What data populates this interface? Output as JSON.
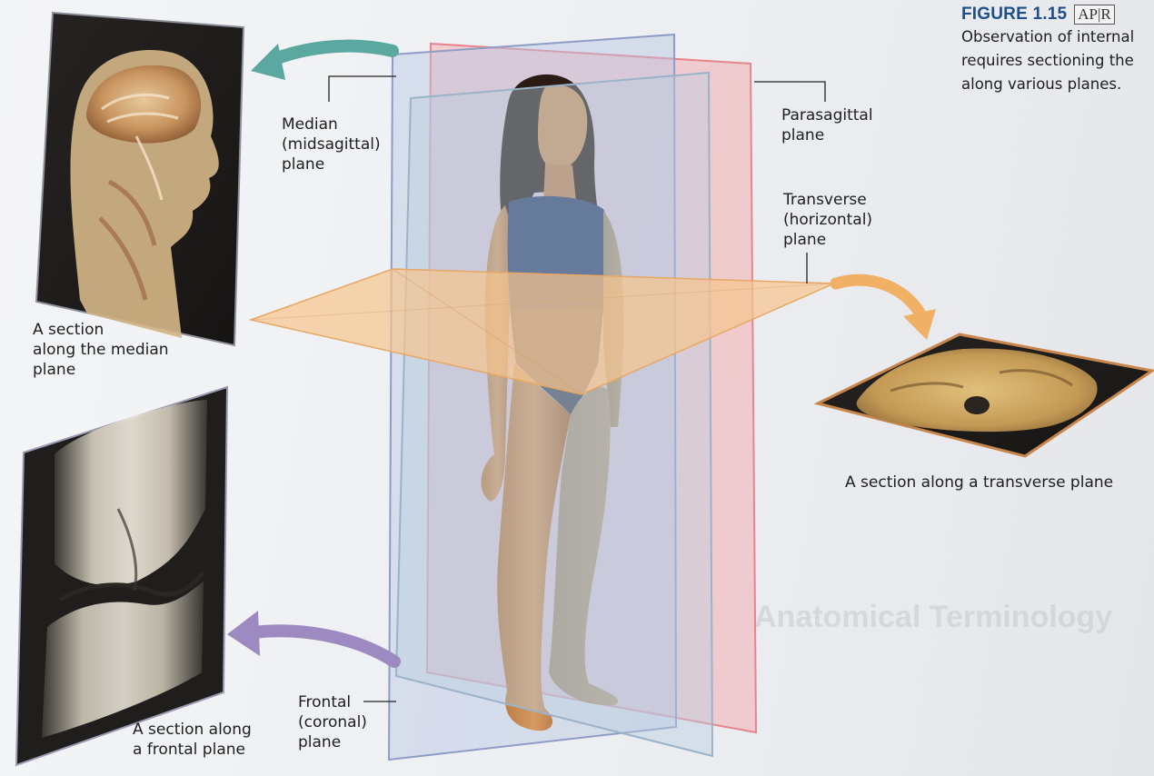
{
  "figure": {
    "number": "FIGURE 1.15",
    "badge": "AP|R",
    "caption_lines": [
      "Observation of internal",
      "requires sectioning the",
      "along various planes."
    ]
  },
  "plane_labels": {
    "median": [
      "Median",
      "(midsagittal)",
      "plane"
    ],
    "parasagittal": [
      "Parasagittal",
      "plane"
    ],
    "transverse": [
      "Transverse",
      "(horizontal)",
      "plane"
    ],
    "frontal": [
      "Frontal",
      "(coronal)",
      "plane"
    ]
  },
  "section_labels": {
    "median": [
      "A section",
      "along the median",
      "plane"
    ],
    "transverse": [
      "A section along a transverse plane"
    ],
    "frontal": [
      "A section along",
      "a frontal plane"
    ]
  },
  "background_text": {
    "heading": "Anatomical Terminology"
  },
  "colors": {
    "figure_blue": "#1f4f8a",
    "median_plane": "#b9c6e2",
    "parasagittal_plane": "#f2aeb2",
    "transverse_plane": "#f6c48d",
    "frontal_plane": "#b8cde0",
    "arrow_teal": "#5aa8a0",
    "arrow_orange": "#f0b066",
    "arrow_purple": "#9c8ac0"
  },
  "icons": {
    "teal_arrow": "curved-arrow-left-icon",
    "orange_arrow": "curved-arrow-down-right-icon",
    "purple_arrow": "curved-arrow-left-icon"
  }
}
